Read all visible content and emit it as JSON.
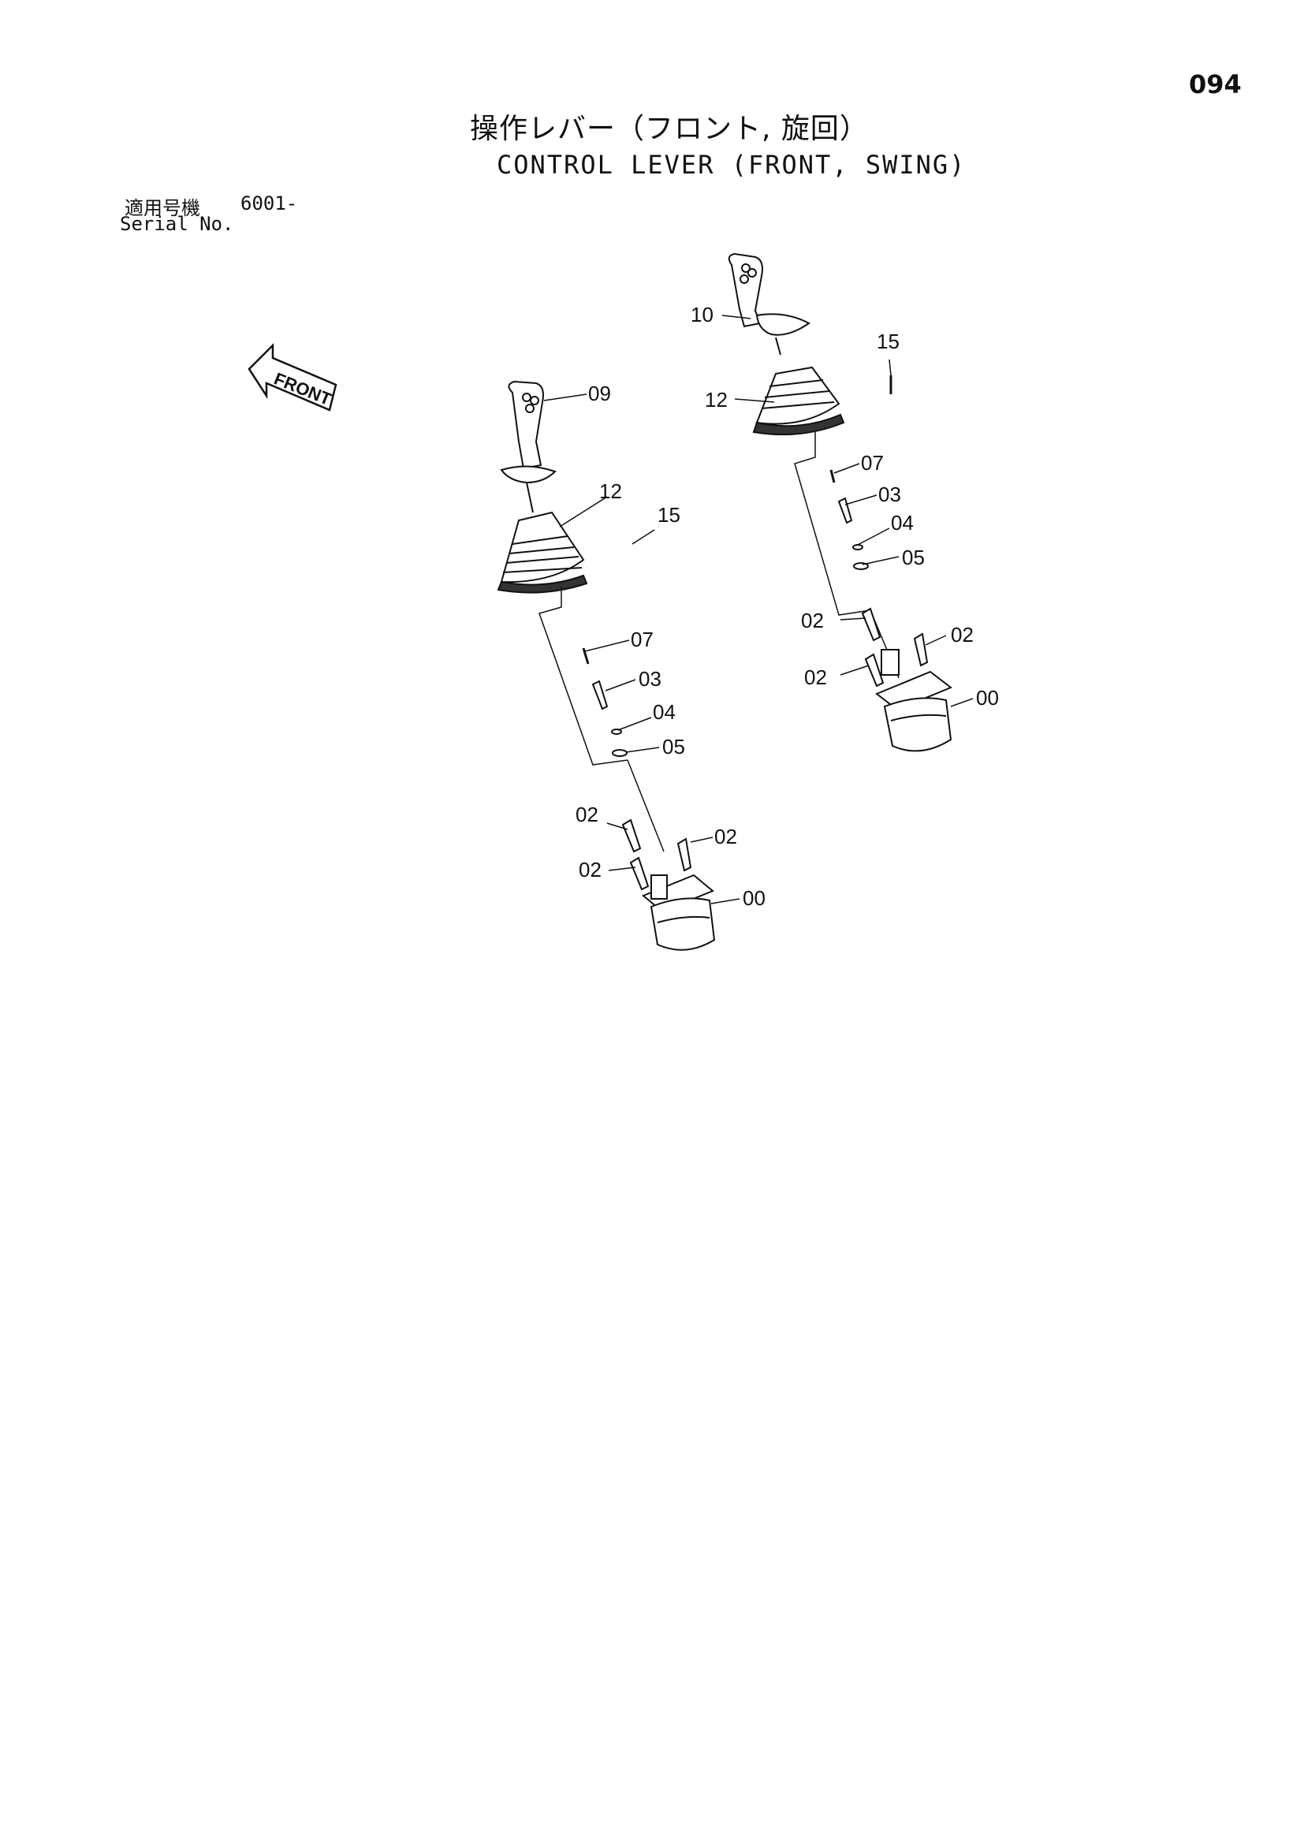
{
  "page_number": "094",
  "title": {
    "japanese": "操作レバー（フロント, 旋回）",
    "english": "CONTROL LEVER (FRONT, SWING)"
  },
  "serial": {
    "label_japanese": "適用号機",
    "value": "6001-",
    "label_english": "Serial No."
  },
  "direction_arrow": {
    "label": "FRONT",
    "icon": "front-direction-arrow-icon"
  },
  "left_assembly": {
    "callouts": [
      "09",
      "12",
      "15",
      "07",
      "03",
      "04",
      "05",
      "02",
      "02",
      "02",
      "00"
    ]
  },
  "right_assembly": {
    "callouts": [
      "10",
      "15",
      "12",
      "07",
      "03",
      "04",
      "05",
      "02",
      "02",
      "02",
      "00"
    ]
  }
}
